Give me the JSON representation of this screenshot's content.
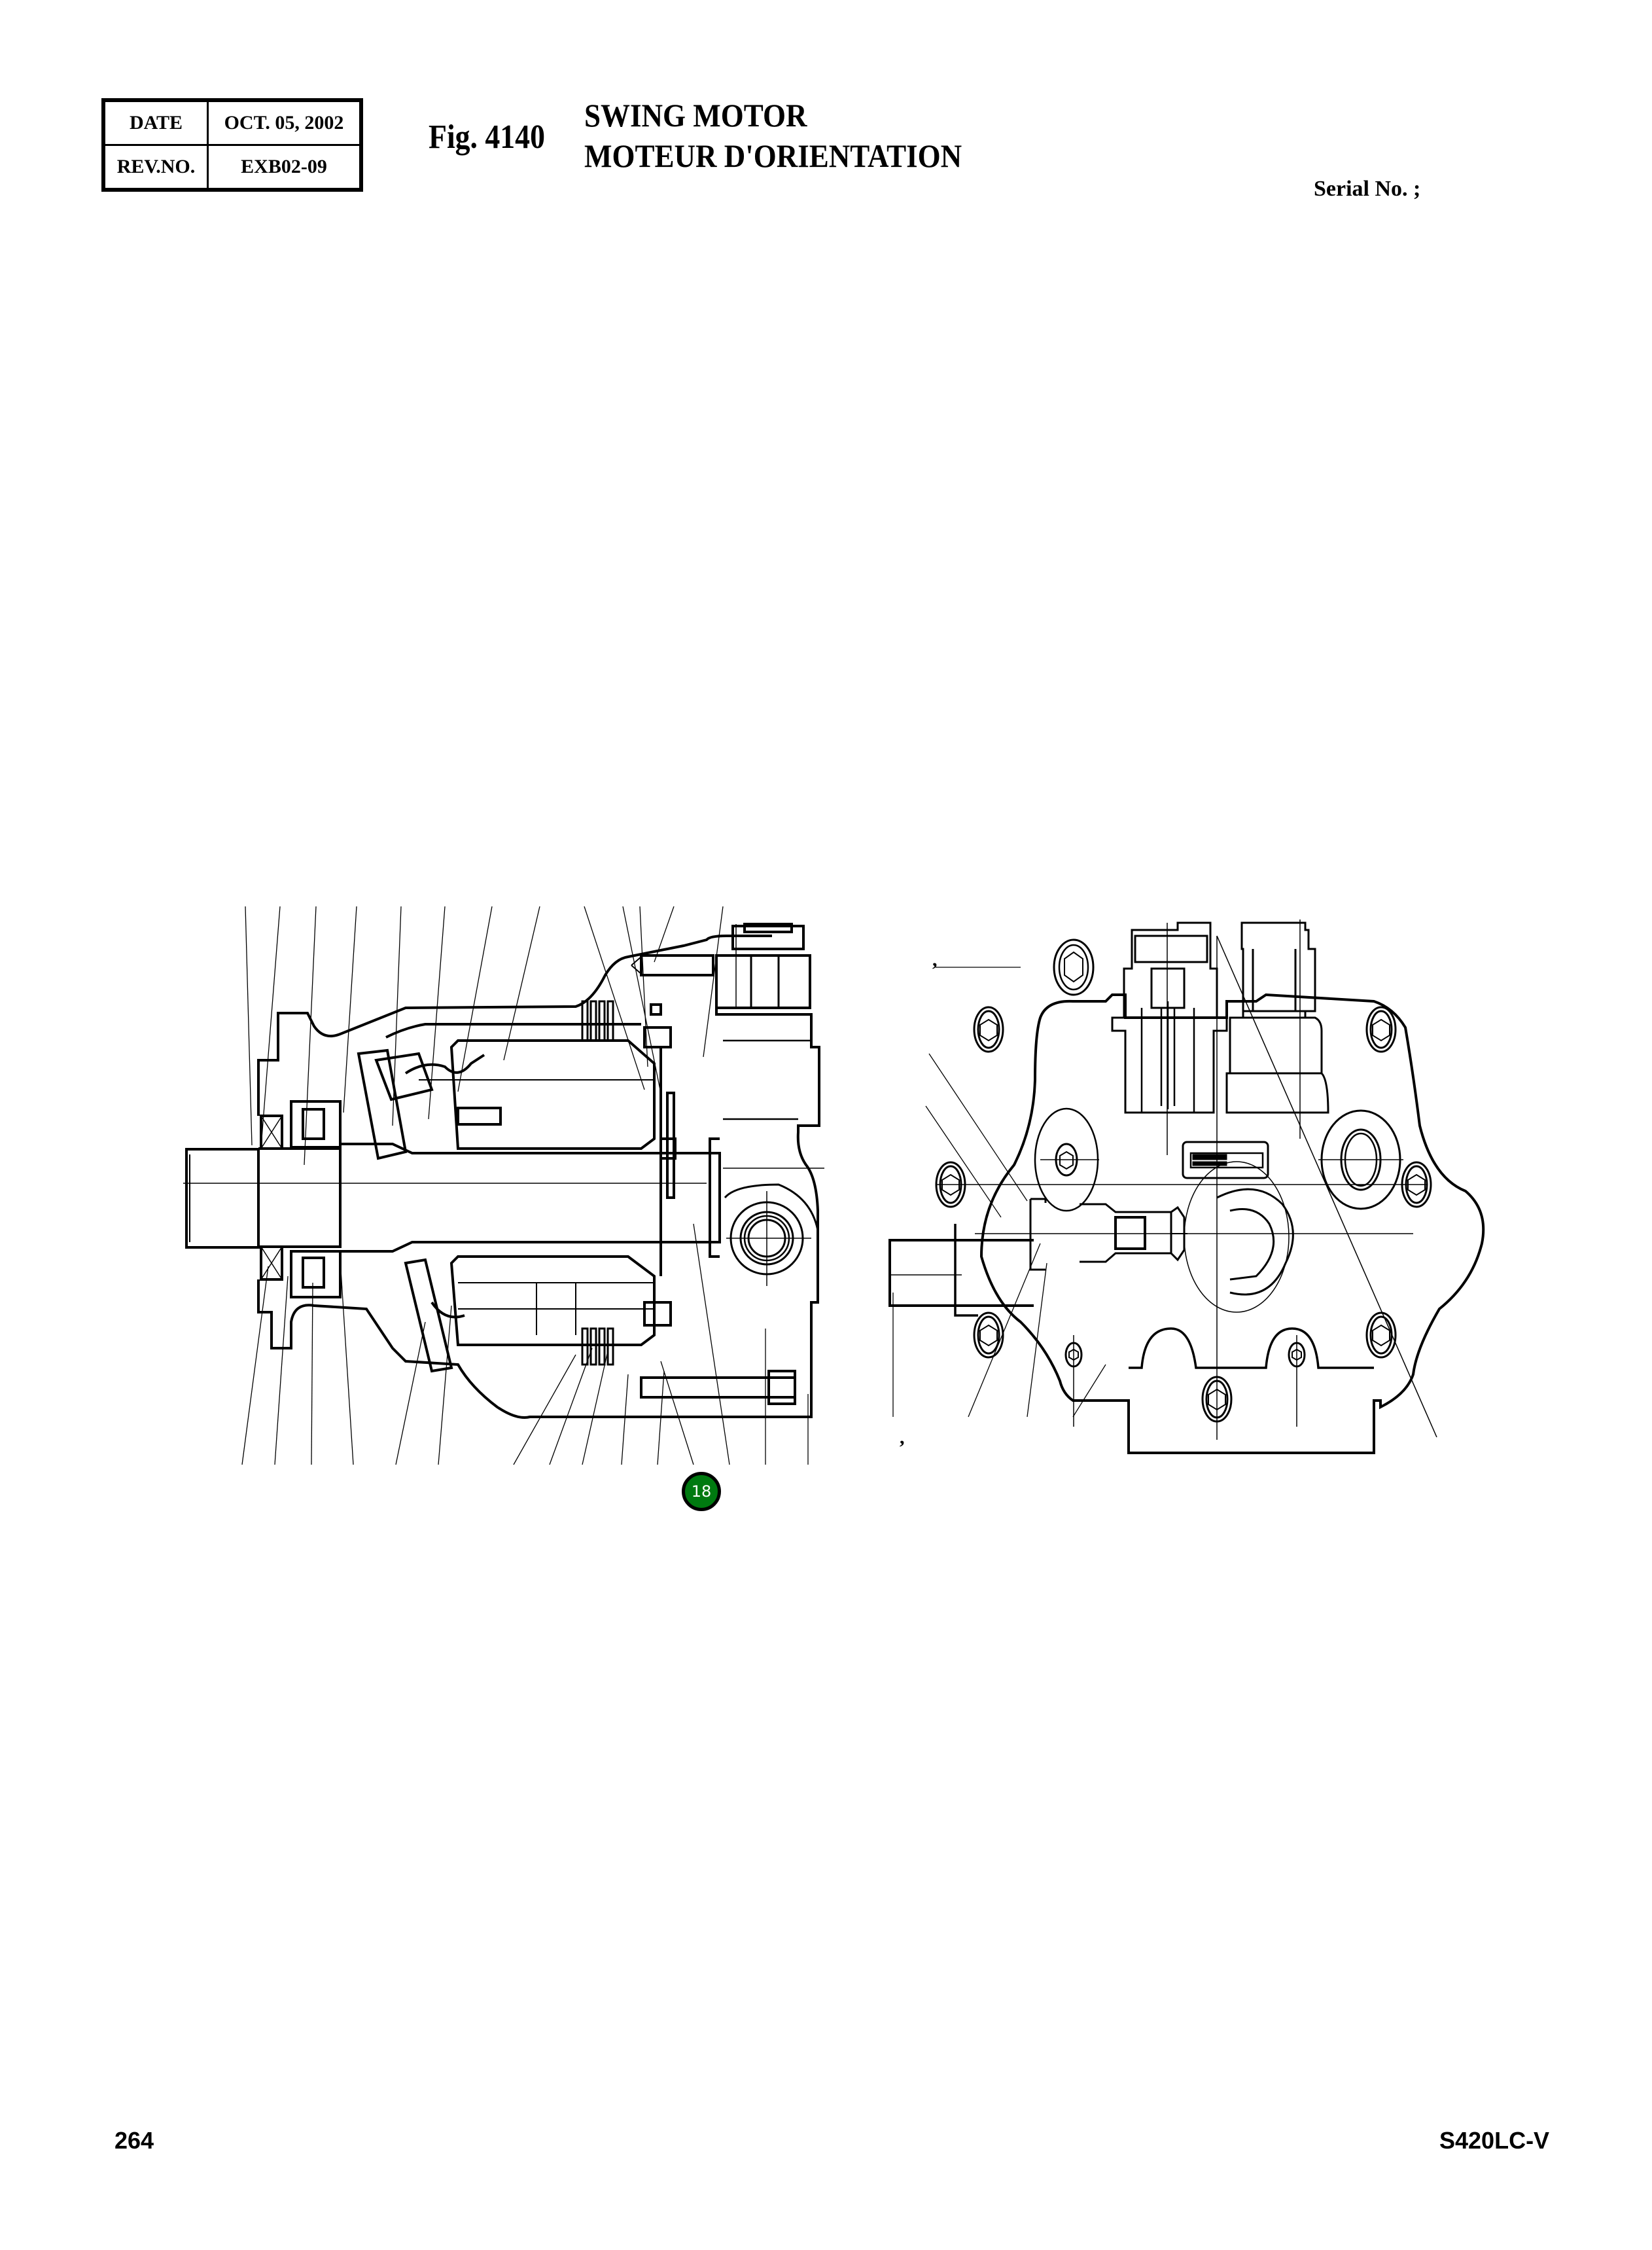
{
  "header": {
    "rev_table": {
      "date_label": "DATE",
      "date_value": "OCT. 05, 2002",
      "rev_label": "REV.NO.",
      "rev_value": "EXB02-09"
    },
    "figure_number": "Fig. 4140",
    "title_en": "SWING MOTOR",
    "title_fr": "MOTEUR D'ORIENTATION",
    "serial": "Serial No. ;"
  },
  "diagram": {
    "left_view": "swing-motor-cross-section",
    "right_view": "swing-motor-end-view",
    "callouts": [
      {
        "number": "18",
        "color": "#007a10"
      }
    ],
    "stray_marks": [
      ",",
      ","
    ]
  },
  "footer": {
    "page_number": "264",
    "model": "S420LC-V"
  }
}
